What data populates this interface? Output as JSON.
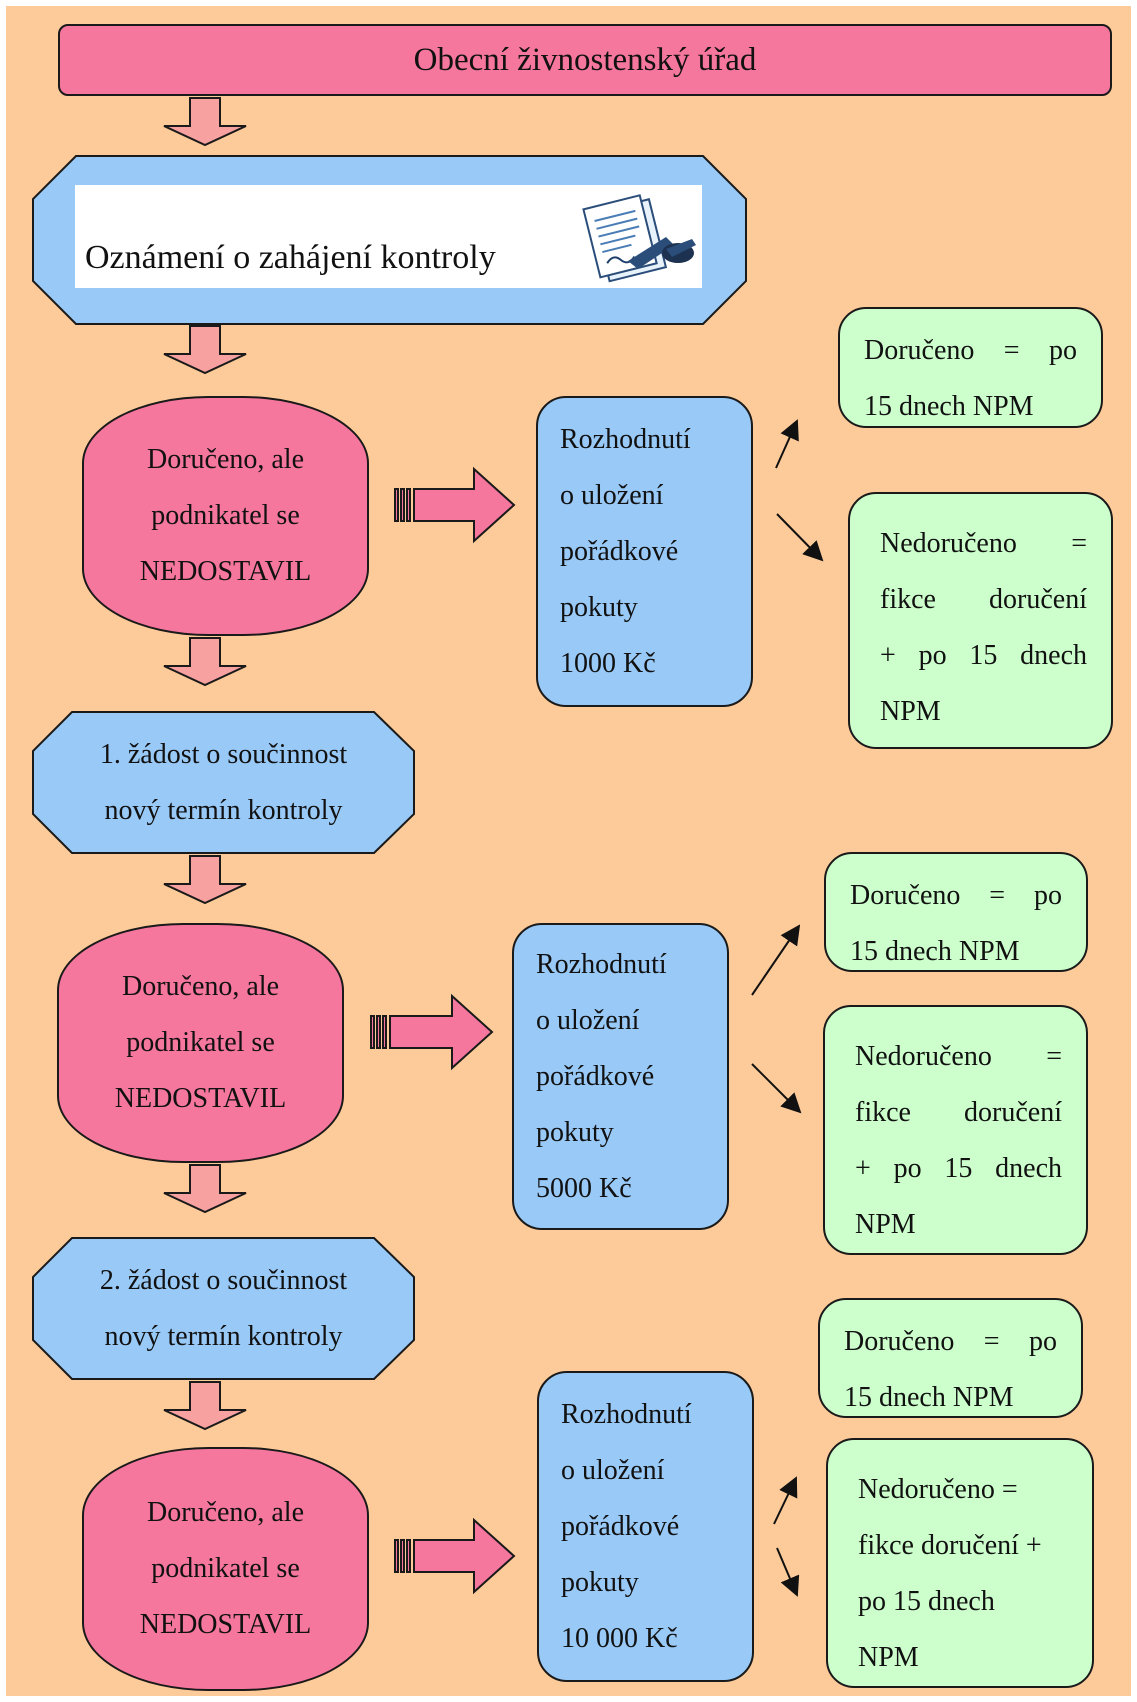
{
  "header": {
    "title": "Obecní živnostenský úřad"
  },
  "notice": {
    "label": "Oznámení o zahájení kontroly",
    "icon": "document-signing-icon"
  },
  "stages": [
    {
      "absence": {
        "line1": "Doručeno, ale",
        "line2": "podnikatel se",
        "line3": "NEDOSTAVIL"
      },
      "decision": {
        "line1": "Rozhodnutí",
        "line2": "o uložení",
        "line3": "pořádkové",
        "line4": "pokuty",
        "fine": "1000 Kč"
      },
      "delivered": {
        "line1": "Doručeno = po",
        "line2": "15 dnech NPM"
      },
      "undelivered": {
        "line1": "Nedoručeno =",
        "line2": "fikce doručení",
        "line3": "+ po 15 dnech",
        "line4": "NPM"
      }
    },
    {
      "absence": {
        "line1": "Doručeno, ale",
        "line2": "podnikatel se",
        "line3": "NEDOSTAVIL"
      },
      "decision": {
        "line1": "Rozhodnutí",
        "line2": "o uložení",
        "line3": "pořádkové",
        "line4": "pokuty",
        "fine": "5000 Kč"
      },
      "delivered": {
        "line1": "Doručeno = po",
        "line2": "15 dnech NPM"
      },
      "undelivered": {
        "line1": "Nedoručeno =",
        "line2": "fikce doručení",
        "line3": "+ po 15 dnech",
        "line4": "NPM"
      }
    },
    {
      "absence": {
        "line1": "Doručeno, ale",
        "line2": "podnikatel se",
        "line3": "NEDOSTAVIL"
      },
      "decision": {
        "line1": "Rozhodnutí",
        "line2": "o uložení",
        "line3": "pořádkové",
        "line4": "pokuty",
        "fine": "10 000 Kč"
      },
      "delivered": {
        "line1": "Doručeno = po",
        "line2": "15 dnech NPM"
      },
      "undelivered": {
        "line1": "Nedoručeno =",
        "line2": "fikce doručení +",
        "line3": "po 15 dnech",
        "line4": "NPM"
      }
    }
  ],
  "requests": [
    {
      "line1": "1. žádost o součinnost",
      "line2": "nový termín kontroly"
    },
    {
      "line1": "2. žádost o součinnost",
      "line2": "nový termín kontroly"
    }
  ],
  "colors": {
    "background": "#fdcb99",
    "pink": "#f5779e",
    "blue": "#99c9f7",
    "green": "#ccffcc",
    "arrow": "#f7a1a1"
  }
}
